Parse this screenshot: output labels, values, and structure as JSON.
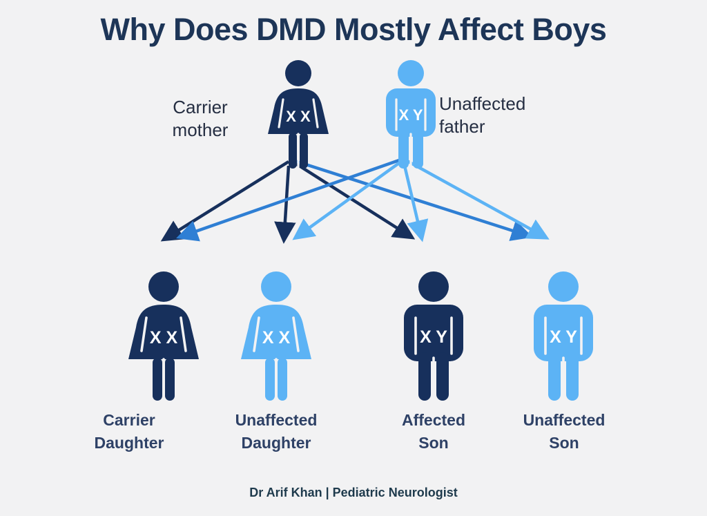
{
  "background_color": "#f2f2f3",
  "palette": {
    "dark_navy": "#17305c",
    "title_navy": "#1d3557",
    "label_navy": "#2e4166",
    "light_blue": "#5cb3f5",
    "mid_blue": "#2f7fd4",
    "footer_teal": "#1e3a4c",
    "text_dark": "#252e42",
    "glyph_white": "#ffffff"
  },
  "title": "Why Does DMD Mostly Affect Boys",
  "parents": [
    {
      "id": "carrier-mother",
      "label": "Carrier\nmother",
      "label_line1": "Carrier",
      "label_line2": "mother",
      "sex": "female",
      "genotype": "X X",
      "color": "#17305c",
      "status": "carrier"
    },
    {
      "id": "unaffected-father",
      "label": "Unaffected\nfather",
      "label_line1": "Unaffected",
      "label_line2": "father",
      "sex": "male",
      "genotype": "X Y",
      "color": "#5cb3f5",
      "status": "unaffected"
    }
  ],
  "children": [
    {
      "id": "carrier-daughter",
      "label_line1": "Carrier",
      "label_line2": "Daughter",
      "sex": "female",
      "genotype": "X X",
      "color": "#17305c",
      "status": "carrier"
    },
    {
      "id": "unaffected-daughter",
      "label_line1": "Unaffected",
      "label_line2": "Daughter",
      "sex": "female",
      "genotype": "X X",
      "color": "#5cb3f5",
      "status": "unaffected"
    },
    {
      "id": "affected-son",
      "label_line1": "Affected",
      "label_line2": "Son",
      "sex": "male",
      "genotype": "X Y",
      "color": "#17305c",
      "status": "affected"
    },
    {
      "id": "unaffected-son",
      "label_line1": "Unaffected",
      "label_line2": "Son",
      "sex": "male",
      "genotype": "X Y",
      "color": "#5cb3f5",
      "status": "unaffected"
    }
  ],
  "footer": "Dr Arif Khan | Pediatric Neurologist"
}
